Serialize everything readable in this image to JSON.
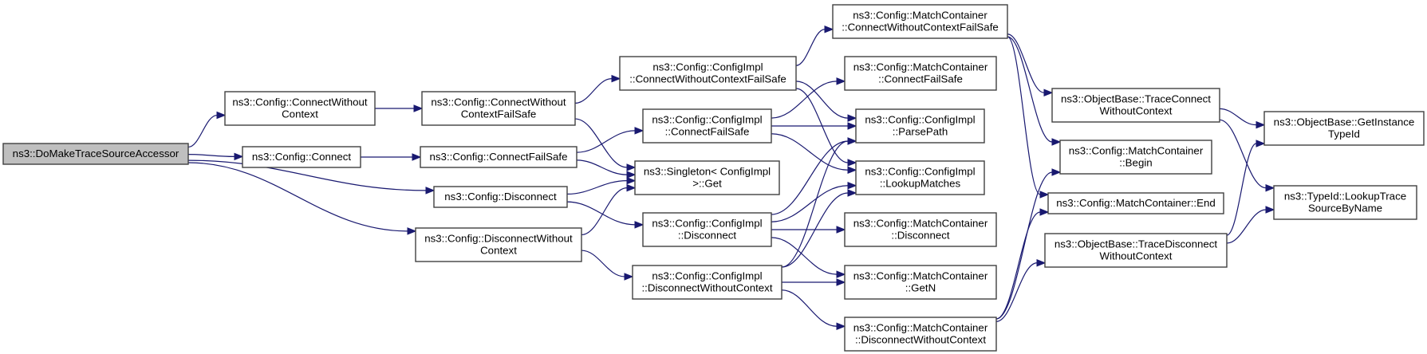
{
  "title": "Call graph of ns3::DoMakeTraceSourceAccessor",
  "colors": {
    "edge": "#191970",
    "node_border": "#404040",
    "root_fill": "#bfbfbf",
    "node_fill": "#ffffff"
  },
  "nodes": [
    {
      "id": "root",
      "lines": [
        "ns3::DoMakeTraceSourceAccessor"
      ],
      "root": true
    },
    {
      "id": "cwc",
      "lines": [
        "ns3::Config::ConnectWithout",
        "Context"
      ]
    },
    {
      "id": "connect",
      "lines": [
        "ns3::Config::Connect"
      ]
    },
    {
      "id": "disconnect",
      "lines": [
        "ns3::Config::Disconnect"
      ]
    },
    {
      "id": "dwc",
      "lines": [
        "ns3::Config::DisconnectWithout",
        "Context"
      ]
    },
    {
      "id": "cwcfs",
      "lines": [
        "ns3::Config::ConnectWithout",
        "ContextFailSafe"
      ]
    },
    {
      "id": "cfs",
      "lines": [
        "ns3::Config::ConnectFailSafe"
      ]
    },
    {
      "id": "ci_cwcfs",
      "lines": [
        "ns3::Config::ConfigImpl",
        "::ConnectWithoutContextFailSafe"
      ]
    },
    {
      "id": "ci_cfs",
      "lines": [
        "ns3::Config::ConfigImpl",
        "::ConnectFailSafe"
      ]
    },
    {
      "id": "singleton",
      "lines": [
        "ns3::Singleton< ConfigImpl",
        ">::Get"
      ]
    },
    {
      "id": "ci_disc",
      "lines": [
        "ns3::Config::ConfigImpl",
        "::Disconnect"
      ]
    },
    {
      "id": "ci_dwc",
      "lines": [
        "ns3::Config::ConfigImpl",
        "::DisconnectWithoutContext"
      ]
    },
    {
      "id": "mc_cwcfs",
      "lines": [
        "ns3::Config::MatchContainer",
        "::ConnectWithoutContextFailSafe"
      ]
    },
    {
      "id": "mc_cfs",
      "lines": [
        "ns3::Config::MatchContainer",
        "::ConnectFailSafe"
      ]
    },
    {
      "id": "ci_parse",
      "lines": [
        "ns3::Config::ConfigImpl",
        "::ParsePath"
      ]
    },
    {
      "id": "ci_lookup",
      "lines": [
        "ns3::Config::ConfigImpl",
        "::LookupMatches"
      ]
    },
    {
      "id": "mc_disc",
      "lines": [
        "ns3::Config::MatchContainer",
        "::Disconnect"
      ]
    },
    {
      "id": "mc_getn",
      "lines": [
        "ns3::Config::MatchContainer",
        "::GetN"
      ]
    },
    {
      "id": "mc_dwc",
      "lines": [
        "ns3::Config::MatchContainer",
        "::DisconnectWithoutContext"
      ]
    },
    {
      "id": "ob_tcwc",
      "lines": [
        "ns3::ObjectBase::TraceConnect",
        "WithoutContext"
      ]
    },
    {
      "id": "mc_begin",
      "lines": [
        "ns3::Config::MatchContainer",
        "::Begin"
      ]
    },
    {
      "id": "mc_end",
      "lines": [
        "ns3::Config::MatchContainer::End"
      ]
    },
    {
      "id": "ob_tdwc",
      "lines": [
        "ns3::ObjectBase::TraceDisconnect",
        "WithoutContext"
      ]
    },
    {
      "id": "ob_gitid",
      "lines": [
        "ns3::ObjectBase::GetInstance",
        "TypeId"
      ]
    },
    {
      "id": "tid_lookup",
      "lines": [
        "ns3::TypeId::LookupTrace",
        "SourceByName"
      ]
    }
  ],
  "edges": [
    [
      "root",
      "cwc"
    ],
    [
      "root",
      "connect"
    ],
    [
      "root",
      "disconnect"
    ],
    [
      "root",
      "dwc"
    ],
    [
      "cwc",
      "cwcfs"
    ],
    [
      "connect",
      "cfs"
    ],
    [
      "cwcfs",
      "ci_cwcfs"
    ],
    [
      "cwcfs",
      "singleton"
    ],
    [
      "cfs",
      "ci_cfs"
    ],
    [
      "cfs",
      "singleton"
    ],
    [
      "disconnect",
      "singleton"
    ],
    [
      "disconnect",
      "ci_disc"
    ],
    [
      "dwc",
      "singleton"
    ],
    [
      "dwc",
      "ci_dwc"
    ],
    [
      "ci_cwcfs",
      "mc_cwcfs"
    ],
    [
      "ci_cwcfs",
      "ci_parse"
    ],
    [
      "ci_cwcfs",
      "ci_lookup"
    ],
    [
      "ci_cfs",
      "mc_cfs"
    ],
    [
      "ci_cfs",
      "ci_parse"
    ],
    [
      "ci_cfs",
      "ci_lookup"
    ],
    [
      "ci_disc",
      "ci_parse"
    ],
    [
      "ci_disc",
      "ci_lookup"
    ],
    [
      "ci_disc",
      "mc_disc"
    ],
    [
      "ci_disc",
      "mc_getn"
    ],
    [
      "ci_dwc",
      "ci_parse"
    ],
    [
      "ci_dwc",
      "ci_lookup"
    ],
    [
      "ci_dwc",
      "mc_getn"
    ],
    [
      "ci_dwc",
      "mc_dwc"
    ],
    [
      "mc_cwcfs",
      "ob_tcwc"
    ],
    [
      "mc_cwcfs",
      "mc_begin"
    ],
    [
      "mc_cwcfs",
      "mc_end"
    ],
    [
      "mc_dwc",
      "mc_begin"
    ],
    [
      "mc_dwc",
      "mc_end"
    ],
    [
      "mc_dwc",
      "ob_tdwc"
    ],
    [
      "ob_tcwc",
      "ob_gitid"
    ],
    [
      "ob_tcwc",
      "tid_lookup"
    ],
    [
      "ob_tdwc",
      "ob_gitid"
    ],
    [
      "ob_tdwc",
      "tid_lookup"
    ]
  ]
}
